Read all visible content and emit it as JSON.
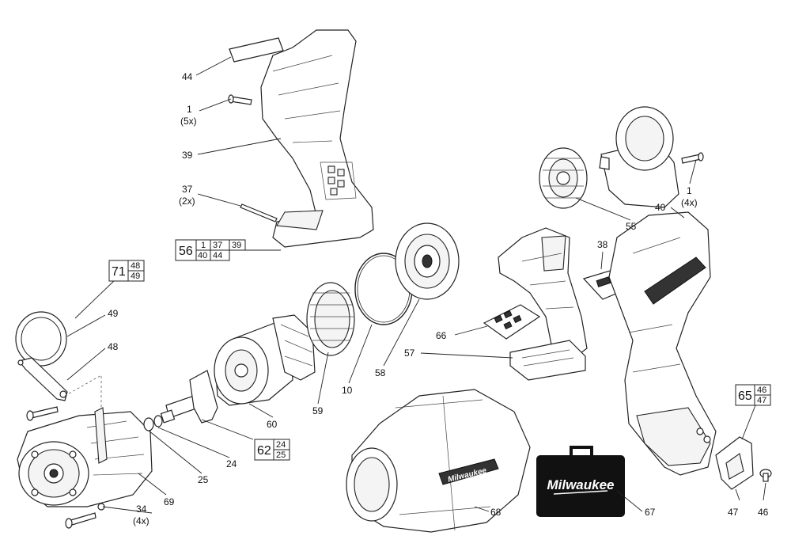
{
  "labels": {
    "l44": "44",
    "l1a": "1",
    "l1a_q": "(5x)",
    "l39": "39",
    "l37": "37",
    "l37_q": "(2x)",
    "l49": "49",
    "l48": "48",
    "l60": "60",
    "l59": "59",
    "l10": "10",
    "l58": "58",
    "l24": "24",
    "l25": "25",
    "l69": "69",
    "l34": "34",
    "l34_q": "(4x)",
    "l68": "68",
    "l67": "67",
    "l66": "66",
    "l57": "57",
    "l38": "38",
    "l55": "55",
    "l1b": "1",
    "l1b_q": "(4x)",
    "l40": "40",
    "l47": "47",
    "l46": "46"
  },
  "kits": {
    "k56": {
      "main": "56",
      "parts": [
        "1",
        "37",
        "39",
        "40",
        "44"
      ]
    },
    "k71": {
      "main": "71",
      "parts": [
        "48",
        "49"
      ]
    },
    "k62": {
      "main": "62",
      "parts": [
        "24",
        "25"
      ]
    },
    "k65": {
      "main": "65",
      "parts": [
        "46",
        "47"
      ]
    }
  },
  "brand": {
    "case_logo": "Milwaukee",
    "housing_logo": "Milwaukee",
    "boot_logo": "Milwaukee"
  },
  "colors": {
    "line": "#222222",
    "background": "#ffffff",
    "case": "#111111"
  }
}
